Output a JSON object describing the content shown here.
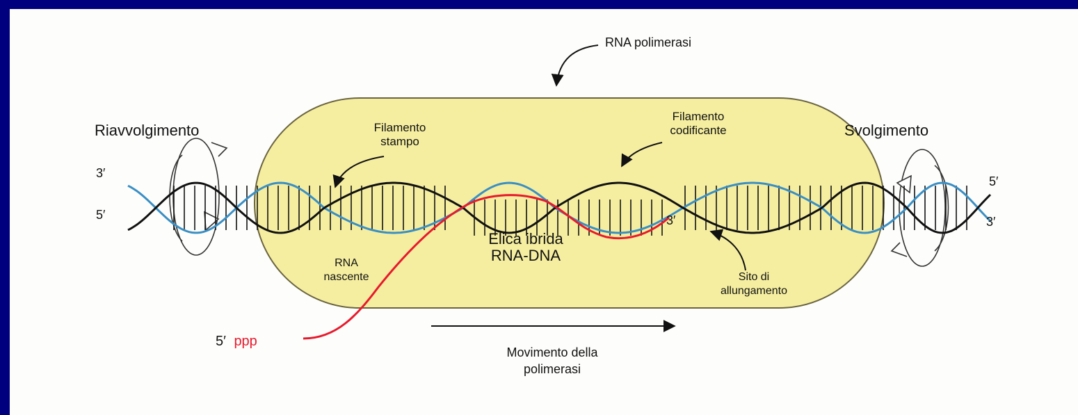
{
  "labels": {
    "polymerase": "RNA polimerasi",
    "rewinding": "Riavvolgimento",
    "unwinding": "Svolgimento",
    "template_strand_1": "Filamento",
    "template_strand_2": "stampo",
    "coding_strand_1": "Filamento",
    "coding_strand_2": "codificante",
    "hybrid_1": "Elica ibrida",
    "hybrid_2": "RNA-DNA",
    "nascent_1": "RNA",
    "nascent_2": "nascente",
    "elongation_1": "Sito di",
    "elongation_2": "allungamento",
    "movement_1": "Movimento della",
    "movement_2": "polimerasi",
    "left_top_end": "3′",
    "left_bottom_end": "5′",
    "right_top_end": "5′",
    "right_bottom_end": "3′",
    "rna_3_end": "3′",
    "rna_5_prefix": "5′",
    "rna_5_suffix": "ppp"
  },
  "colors": {
    "background": "#00007e",
    "paper": "#fdfdfb",
    "polymerase_fill": "#f5eea0",
    "polymerase_stroke": "#6a6440",
    "template_strand": "#111111",
    "coding_strand": "#3a8fc4",
    "rna": "#e8192c",
    "rna_label": "#e8192c"
  }
}
